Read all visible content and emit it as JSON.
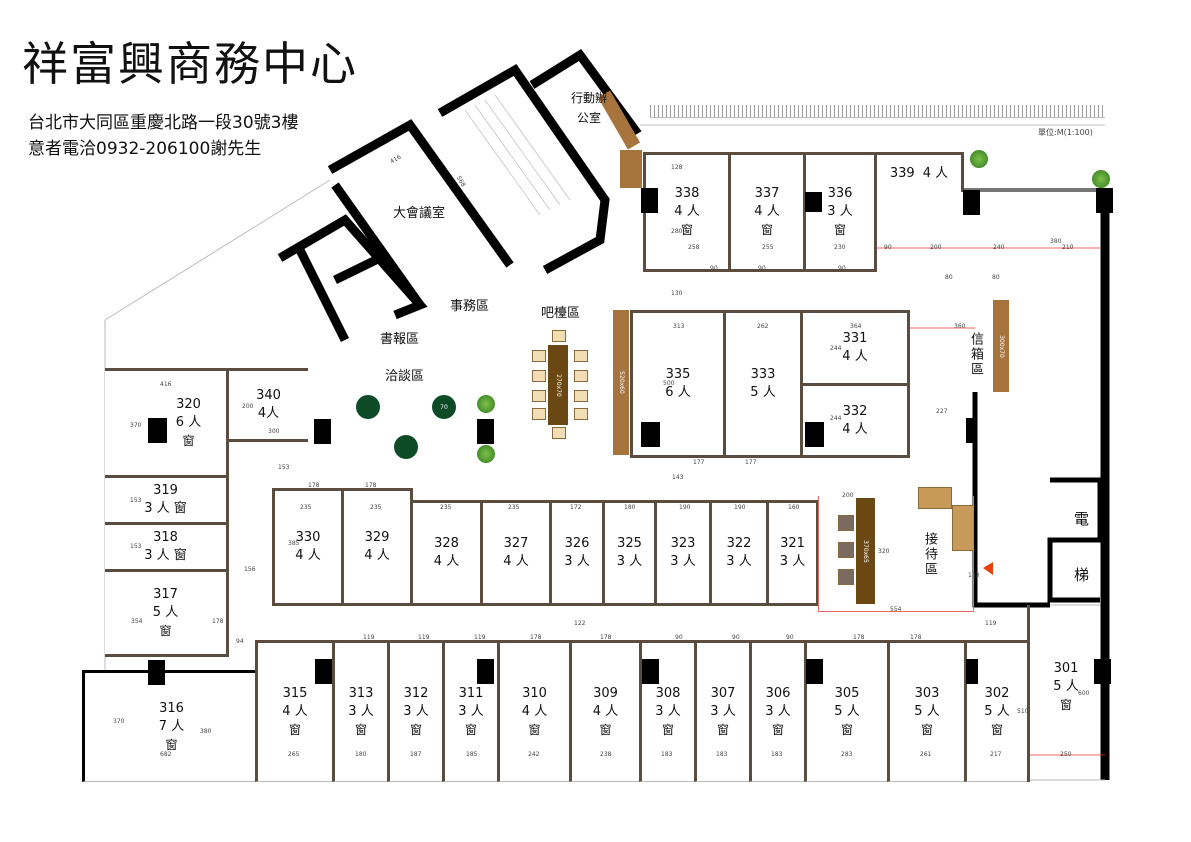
{
  "header": {
    "title": "祥富興商務中心",
    "address": "台北市大同區重慶北路一段30號3樓",
    "contact": "意者電洽0932-206100謝先生",
    "scale": "單位:M(1:100)"
  },
  "rooms": [
    {
      "number": "338",
      "capacity": "4 人",
      "window": "窗"
    },
    {
      "number": "337",
      "capacity": "4 人",
      "window": "窗"
    },
    {
      "number": "336",
      "capacity": "3 人",
      "window": "窗"
    },
    {
      "number": "339",
      "capacity": "4 人"
    },
    {
      "number": "335",
      "capacity": "6 人"
    },
    {
      "number": "333",
      "capacity": "5 人"
    },
    {
      "number": "331",
      "capacity": "4 人"
    },
    {
      "number": "332",
      "capacity": "4 人"
    },
    {
      "number": "330",
      "capacity": "4 人"
    },
    {
      "number": "329",
      "capacity": "4 人"
    },
    {
      "number": "328",
      "capacity": "4 人"
    },
    {
      "number": "327",
      "capacity": "4 人"
    },
    {
      "number": "326",
      "capacity": "3 人"
    },
    {
      "number": "325",
      "capacity": "3 人"
    },
    {
      "number": "323",
      "capacity": "3 人"
    },
    {
      "number": "322",
      "capacity": "3 人"
    },
    {
      "number": "321",
      "capacity": "3 人"
    },
    {
      "number": "320",
      "capacity": "6 人",
      "window": "窗"
    },
    {
      "number": "340",
      "capacity": "4人"
    },
    {
      "number": "319",
      "capacity": "3 人  窗"
    },
    {
      "number": "318",
      "capacity": "3 人  窗"
    },
    {
      "number": "317",
      "capacity": "5 人",
      "window": "窗"
    },
    {
      "number": "316",
      "capacity": "7 人",
      "window": "窗"
    },
    {
      "number": "315",
      "capacity": "4 人",
      "window": "窗"
    },
    {
      "number": "313",
      "capacity": "3 人",
      "window": "窗"
    },
    {
      "number": "312",
      "capacity": "3 人",
      "window": "窗"
    },
    {
      "number": "311",
      "capacity": "3 人",
      "window": "窗"
    },
    {
      "number": "310",
      "capacity": "4 人",
      "window": "窗"
    },
    {
      "number": "309",
      "capacity": "4 人",
      "window": "窗"
    },
    {
      "number": "308",
      "capacity": "3 人",
      "window": "窗"
    },
    {
      "number": "307",
      "capacity": "3 人",
      "window": "窗"
    },
    {
      "number": "306",
      "capacity": "3 人",
      "window": "窗"
    },
    {
      "number": "305",
      "capacity": "5 人",
      "window": "窗"
    },
    {
      "number": "303",
      "capacity": "5 人",
      "window": "窗"
    },
    {
      "number": "302",
      "capacity": "5 人",
      "window": "窗"
    },
    {
      "number": "301",
      "capacity": "5 人",
      "window": "窗"
    }
  ],
  "areas": {
    "conference": "大會議室",
    "admin": "事務區",
    "reading": "書報區",
    "meeting": "洽談區",
    "bar": "吧檯區",
    "mobile_office": "行動辦公室",
    "mailbox": "信箱區",
    "reception": "接待區",
    "elevator_1": "電",
    "elevator_2": "梯"
  },
  "furniture": {
    "bar_table": "270x70",
    "round_table": "70",
    "reception_desk": "370x65",
    "cabinet_left": "520x60",
    "cabinet_mail": "300x70"
  },
  "dims": [
    "128",
    "280",
    "258",
    "255",
    "230",
    "90",
    "90",
    "90",
    "90",
    "200",
    "240",
    "80",
    "80",
    "380",
    "210",
    "130",
    "313",
    "262",
    "364",
    "360",
    "500",
    "244",
    "244",
    "227",
    "177",
    "177",
    "416",
    "370",
    "300",
    "200",
    "153",
    "153",
    "153",
    "156",
    "354",
    "178",
    "178",
    "235",
    "235",
    "235",
    "235",
    "172",
    "180",
    "190",
    "190",
    "160",
    "385",
    "143",
    "200",
    "320",
    "554",
    "183",
    "122",
    "119",
    "94",
    "119",
    "119",
    "119",
    "178",
    "178",
    "178",
    "90",
    "90",
    "90",
    "178",
    "178",
    "370",
    "380",
    "682",
    "265",
    "180",
    "187",
    "185",
    "242",
    "238",
    "183",
    "183",
    "183",
    "283",
    "261",
    "217",
    "250",
    "510",
    "600",
    "416",
    "568"
  ]
}
